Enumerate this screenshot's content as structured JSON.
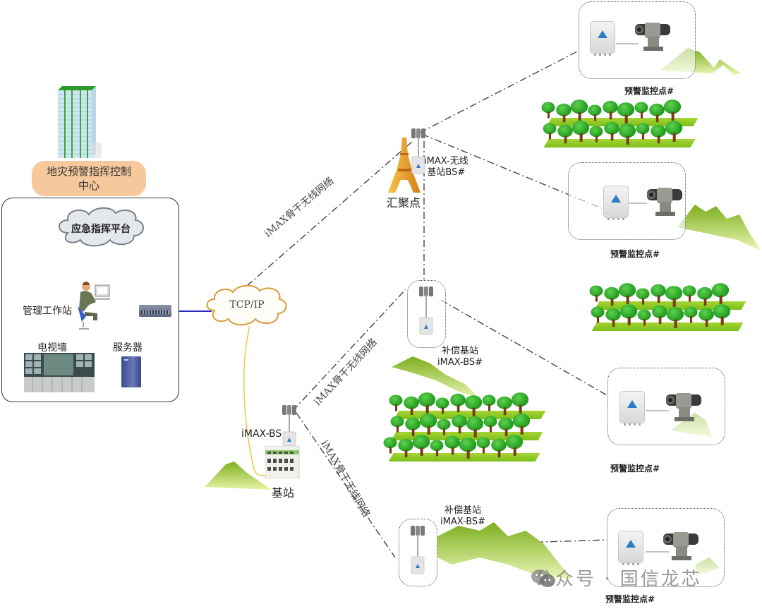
{
  "diagram": {
    "title": "地灾预警指挥控制中心网络拓扑",
    "control_center": {
      "label_line1": "地灾预警指挥控制",
      "label_line2": "中心",
      "platform_label": "应急指挥平台",
      "workstation_label": "管理工作站",
      "video_wall_label": "电视墙",
      "server_label": "服务器"
    },
    "network": {
      "cloud_label": "TCP/IP",
      "backbone_label_1": "iMAX骨干无线网络",
      "backbone_label_2": "iMAX骨干无线网络",
      "backbone_label_3": "iMAX骨干无线网络"
    },
    "aggregation": {
      "label": "汇聚点",
      "bs_label_line1": "iMAX-无线",
      "bs_label_line2": "基站BS#"
    },
    "base_station": {
      "bs_label": "iMAX-BS",
      "label": "基站"
    },
    "repeater_1": {
      "label_line1": "补偿基站",
      "label_line2": "iMAX-BS#"
    },
    "repeater_2": {
      "label_line1": "补偿基站",
      "label_line2": "iMAX-BS#"
    },
    "monitor_points": [
      {
        "label": "预警监控点#"
      },
      {
        "label": "预警监控点#"
      },
      {
        "label": "预警监控点#"
      },
      {
        "label": "预警监控点#"
      }
    ],
    "watermark": "公众号 · 国信龙芯",
    "colors": {
      "lan_line": "#2a2ab8",
      "wireless_line": "#444444",
      "cloud_border": "#d99a3a",
      "pill_bg": "#f7c89b",
      "tree_green": "#1f9a1f",
      "ground_green": "#8cc826",
      "radio_accent": "#2a7bc8"
    }
  }
}
